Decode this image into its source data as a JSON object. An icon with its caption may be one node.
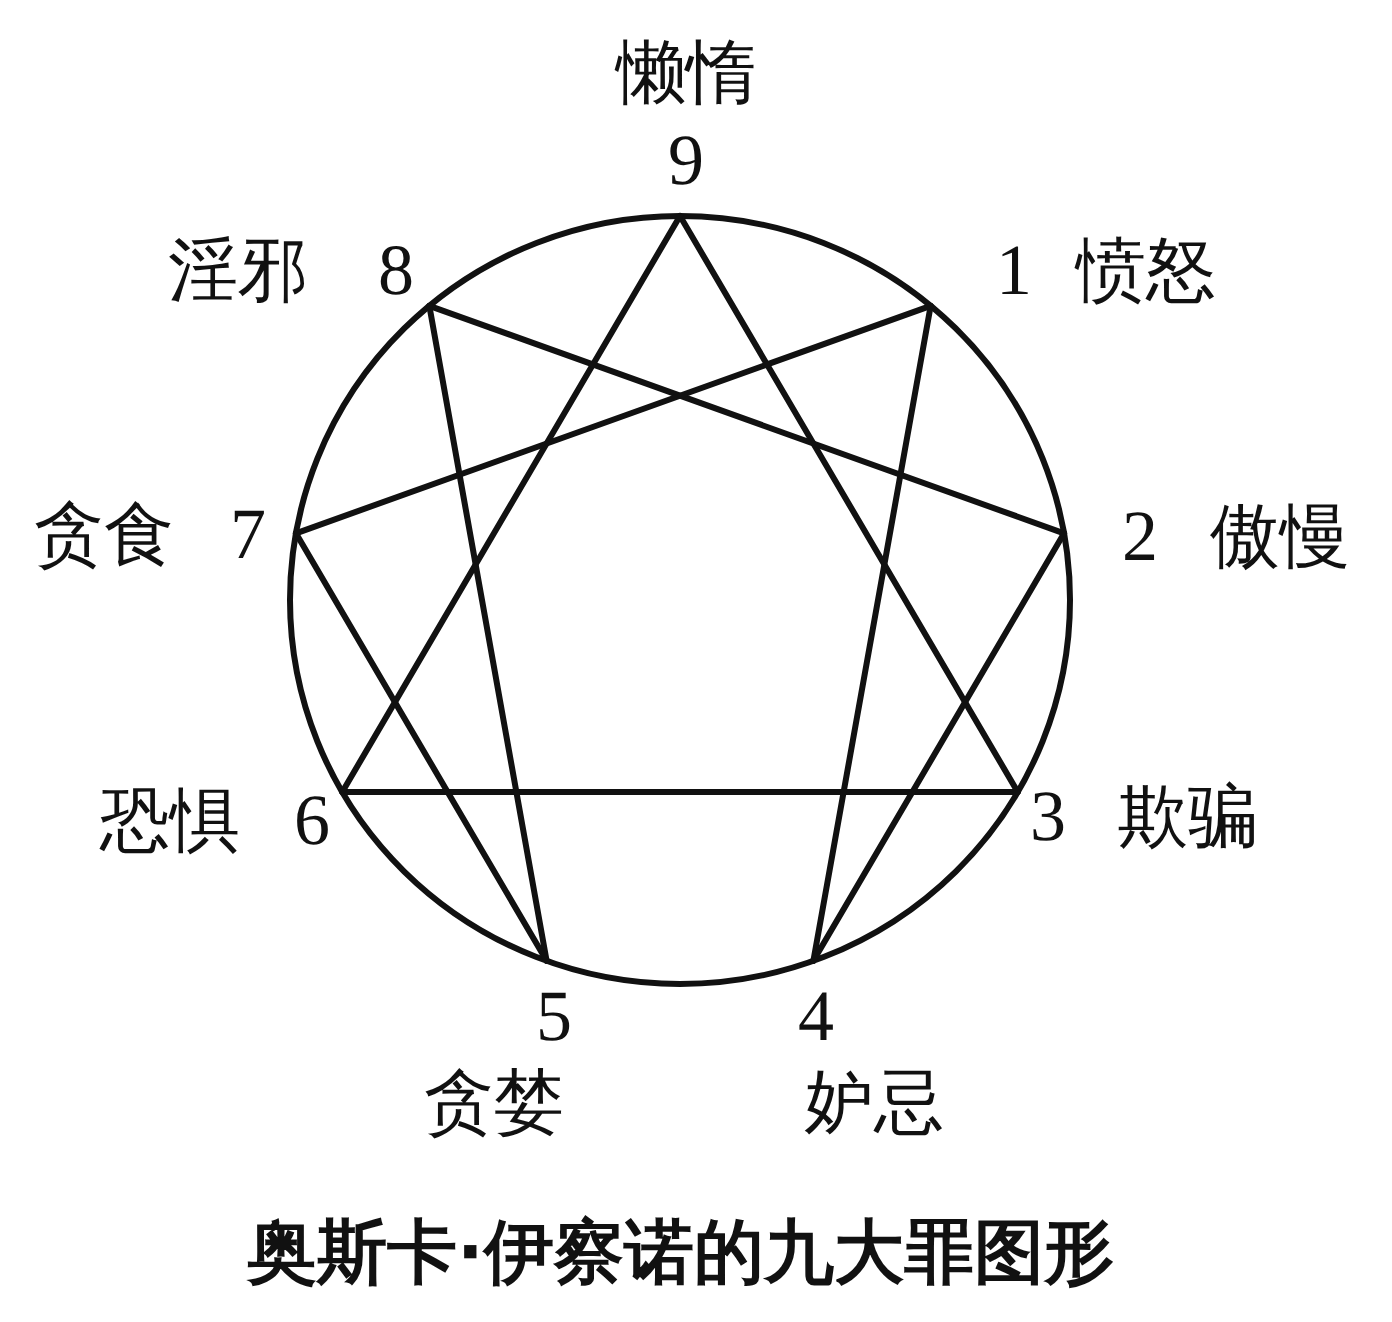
{
  "diagram": {
    "caption": "奥斯卡·伊察诺的九大罪图形",
    "nodes": [
      {
        "text": [
          "1"
        ],
        "beside": [
          "愤怒"
        ]
      },
      {
        "text": [
          "2"
        ],
        "beside": [
          "傲慢"
        ]
      },
      {
        "text": [
          "3"
        ],
        "beside": [
          "欺骗"
        ]
      },
      {
        "text": [
          "4"
        ],
        "beside": [
          "妒忌"
        ]
      },
      {
        "text": [
          "5"
        ],
        "beside": [
          "贪婪"
        ]
      },
      {
        "text": [
          "6"
        ],
        "beside": [
          "恐惧"
        ]
      },
      {
        "text": [
          "7"
        ],
        "beside": [
          "贪食"
        ]
      },
      {
        "text": [
          "8"
        ],
        "beside": [
          "淫邪"
        ]
      },
      {
        "text": [
          "9"
        ],
        "beside": [
          "懒惰"
        ]
      }
    ],
    "edges": [
      {
        "from": 8,
        "to": 2,
        "arrow": "none"
      },
      {
        "from": 2,
        "to": 5,
        "arrow": "none"
      },
      {
        "from": 5,
        "to": 8,
        "arrow": "none"
      },
      {
        "from": 0,
        "to": 3,
        "arrow": "none"
      },
      {
        "from": 3,
        "to": 1,
        "arrow": "none"
      },
      {
        "from": 1,
        "to": 7,
        "arrow": "none"
      },
      {
        "from": 7,
        "to": 4,
        "arrow": "none"
      },
      {
        "from": 4,
        "to": 6,
        "arrow": "none"
      },
      {
        "from": 6,
        "to": 0,
        "arrow": "none"
      }
    ]
  }
}
